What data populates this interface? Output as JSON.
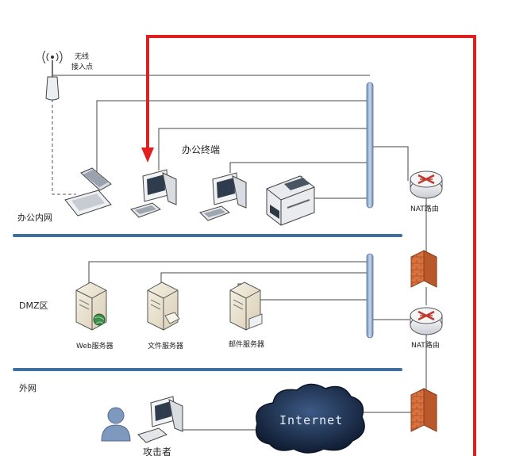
{
  "zones": {
    "office": "办公内网",
    "dmz": "DMZ区",
    "external": "外网"
  },
  "devices": {
    "ap": [
      "无线",
      "接入点"
    ],
    "office_terminals": "办公终端",
    "nat_router_top": "NAT路由",
    "nat_router_mid": "NAT路由",
    "web_server": "Web服务器",
    "file_server": "文件服务器",
    "mail_server": "邮件服务器",
    "attacker": "攻击者",
    "internet": "Internet"
  },
  "colors": {
    "attack_path": "#e02020",
    "zone_divider": "#3e6f9e",
    "switch_bar": "#8fa8c8",
    "firewall": "#d2693a",
    "cloud": "#1b2f4e",
    "link": "#444444"
  }
}
